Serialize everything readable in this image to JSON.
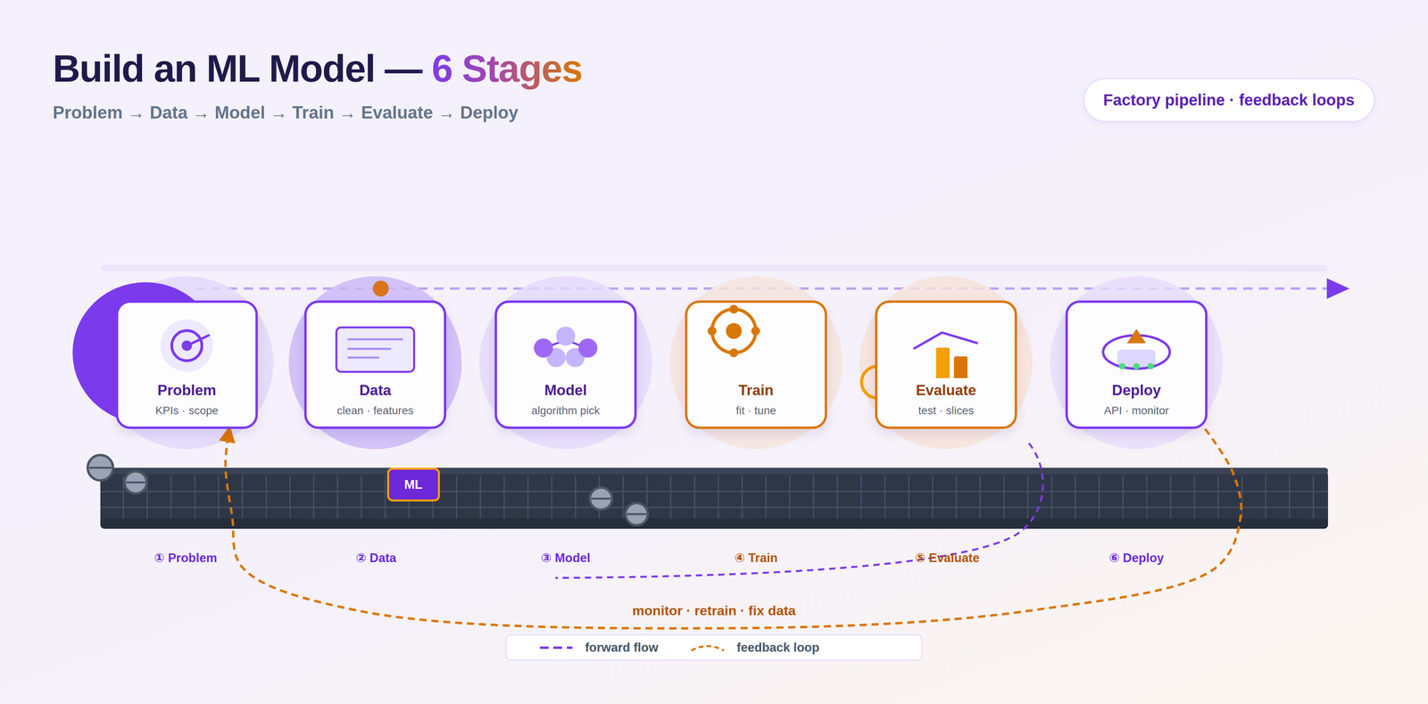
{
  "diagram": {
    "title": "Build an ML Model — 6 Stages",
    "nodes": [
      {
        "text": [
          "Factory pipeline · feedback loops"
        ]
      },
      {
        "text": [
          "Problem",
          "KPIs · scope"
        ]
      },
      {
        "text": [
          "Data",
          "clean · features"
        ]
      },
      {
        "text": [
          "Model",
          "algorithm pick"
        ]
      },
      {
        "text": [
          "Train",
          "fit · tune"
        ]
      },
      {
        "text": [
          "Evaluate",
          "test · slices"
        ]
      },
      {
        "text": [
          "Deploy",
          "API · monitor"
        ]
      },
      {
        "text": [
          "ML"
        ]
      }
    ],
    "edges": [
      {
        "from": 6,
        "to": 1,
        "arrow": "to",
        "label": "monitor · retrain · fix data"
      }
    ],
    "labels": [
      "Problem → Data → Model → Train → Evaluate → Deploy",
      "① Problem",
      "② Data",
      "③ Model",
      "④ Train",
      "⑤ Evaluate",
      "⑥ Deploy"
    ],
    "legend": [
      {
        "text": "forward flow"
      },
      {
        "text": "feedback loop"
      }
    ]
  }
}
